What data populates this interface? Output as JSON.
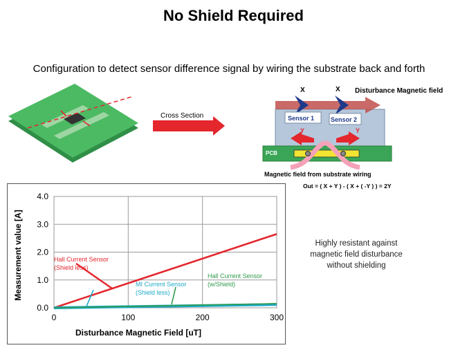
{
  "title": "No Shield Required",
  "subtitle": "Configuration to detect sensor difference signal by wiring the substrate back and forth",
  "arrow_label": "Cross Section",
  "cross_section": {
    "x_label_1": "X",
    "x_label_2": "X",
    "disturbance_label": "Disturbance Magnetic field",
    "sensor_1": "Sensor 1",
    "sensor_2": "Sensor 2",
    "y_label_1": "Y",
    "y_label_2": "Y",
    "pcb_label": "PCB",
    "wiring_label": "Magnetic field from substrate wiring",
    "formula": "Out = ( X + Y ) - ( X + ( -Y ) ) = 2Y"
  },
  "side_note": [
    "Highly resistant against",
    "magnetic field disturbance",
    "without shielding"
  ],
  "colors": {
    "red": "#e4262d",
    "blue": "#1f3a8a",
    "cyan": "#1fa9c8",
    "green": "#2e9a4a",
    "pcb_green": "#3aa556",
    "chip_gray": "#b6c7db",
    "pink": "#f4a2b8"
  },
  "chart_data": {
    "type": "line",
    "xlabel": "Disturbance Magnetic Field  [uT]",
    "ylabel": "Measurement value [A]",
    "xlim": [
      0,
      300
    ],
    "ylim": [
      0,
      4
    ],
    "xticks": [
      0,
      100,
      200,
      300
    ],
    "yticks": [
      "0.0",
      "1.0",
      "2.0",
      "3.0",
      "4.0"
    ],
    "grid": true,
    "series": [
      {
        "name": "Hall Current Sensor (Shield less)",
        "label_lines": [
          "Hall Current Sensor",
          "(Shield less)"
        ],
        "color": "#e4262d",
        "x": [
          0,
          300
        ],
        "y": [
          0,
          2.65
        ]
      },
      {
        "name": "MI Current Sensor (Shield less)",
        "label_lines": [
          "MI Current Sensor",
          "(Shield less)"
        ],
        "color": "#1fa9c8",
        "x": [
          0,
          300
        ],
        "y": [
          0,
          0.12
        ]
      },
      {
        "name": "Hall Current Sensor (w/Shield)",
        "label_lines": [
          "Hall Current Sensor",
          "(w/Shield)"
        ],
        "color": "#2e9a4a",
        "x": [
          0,
          300
        ],
        "y": [
          0,
          0.15
        ]
      }
    ]
  }
}
